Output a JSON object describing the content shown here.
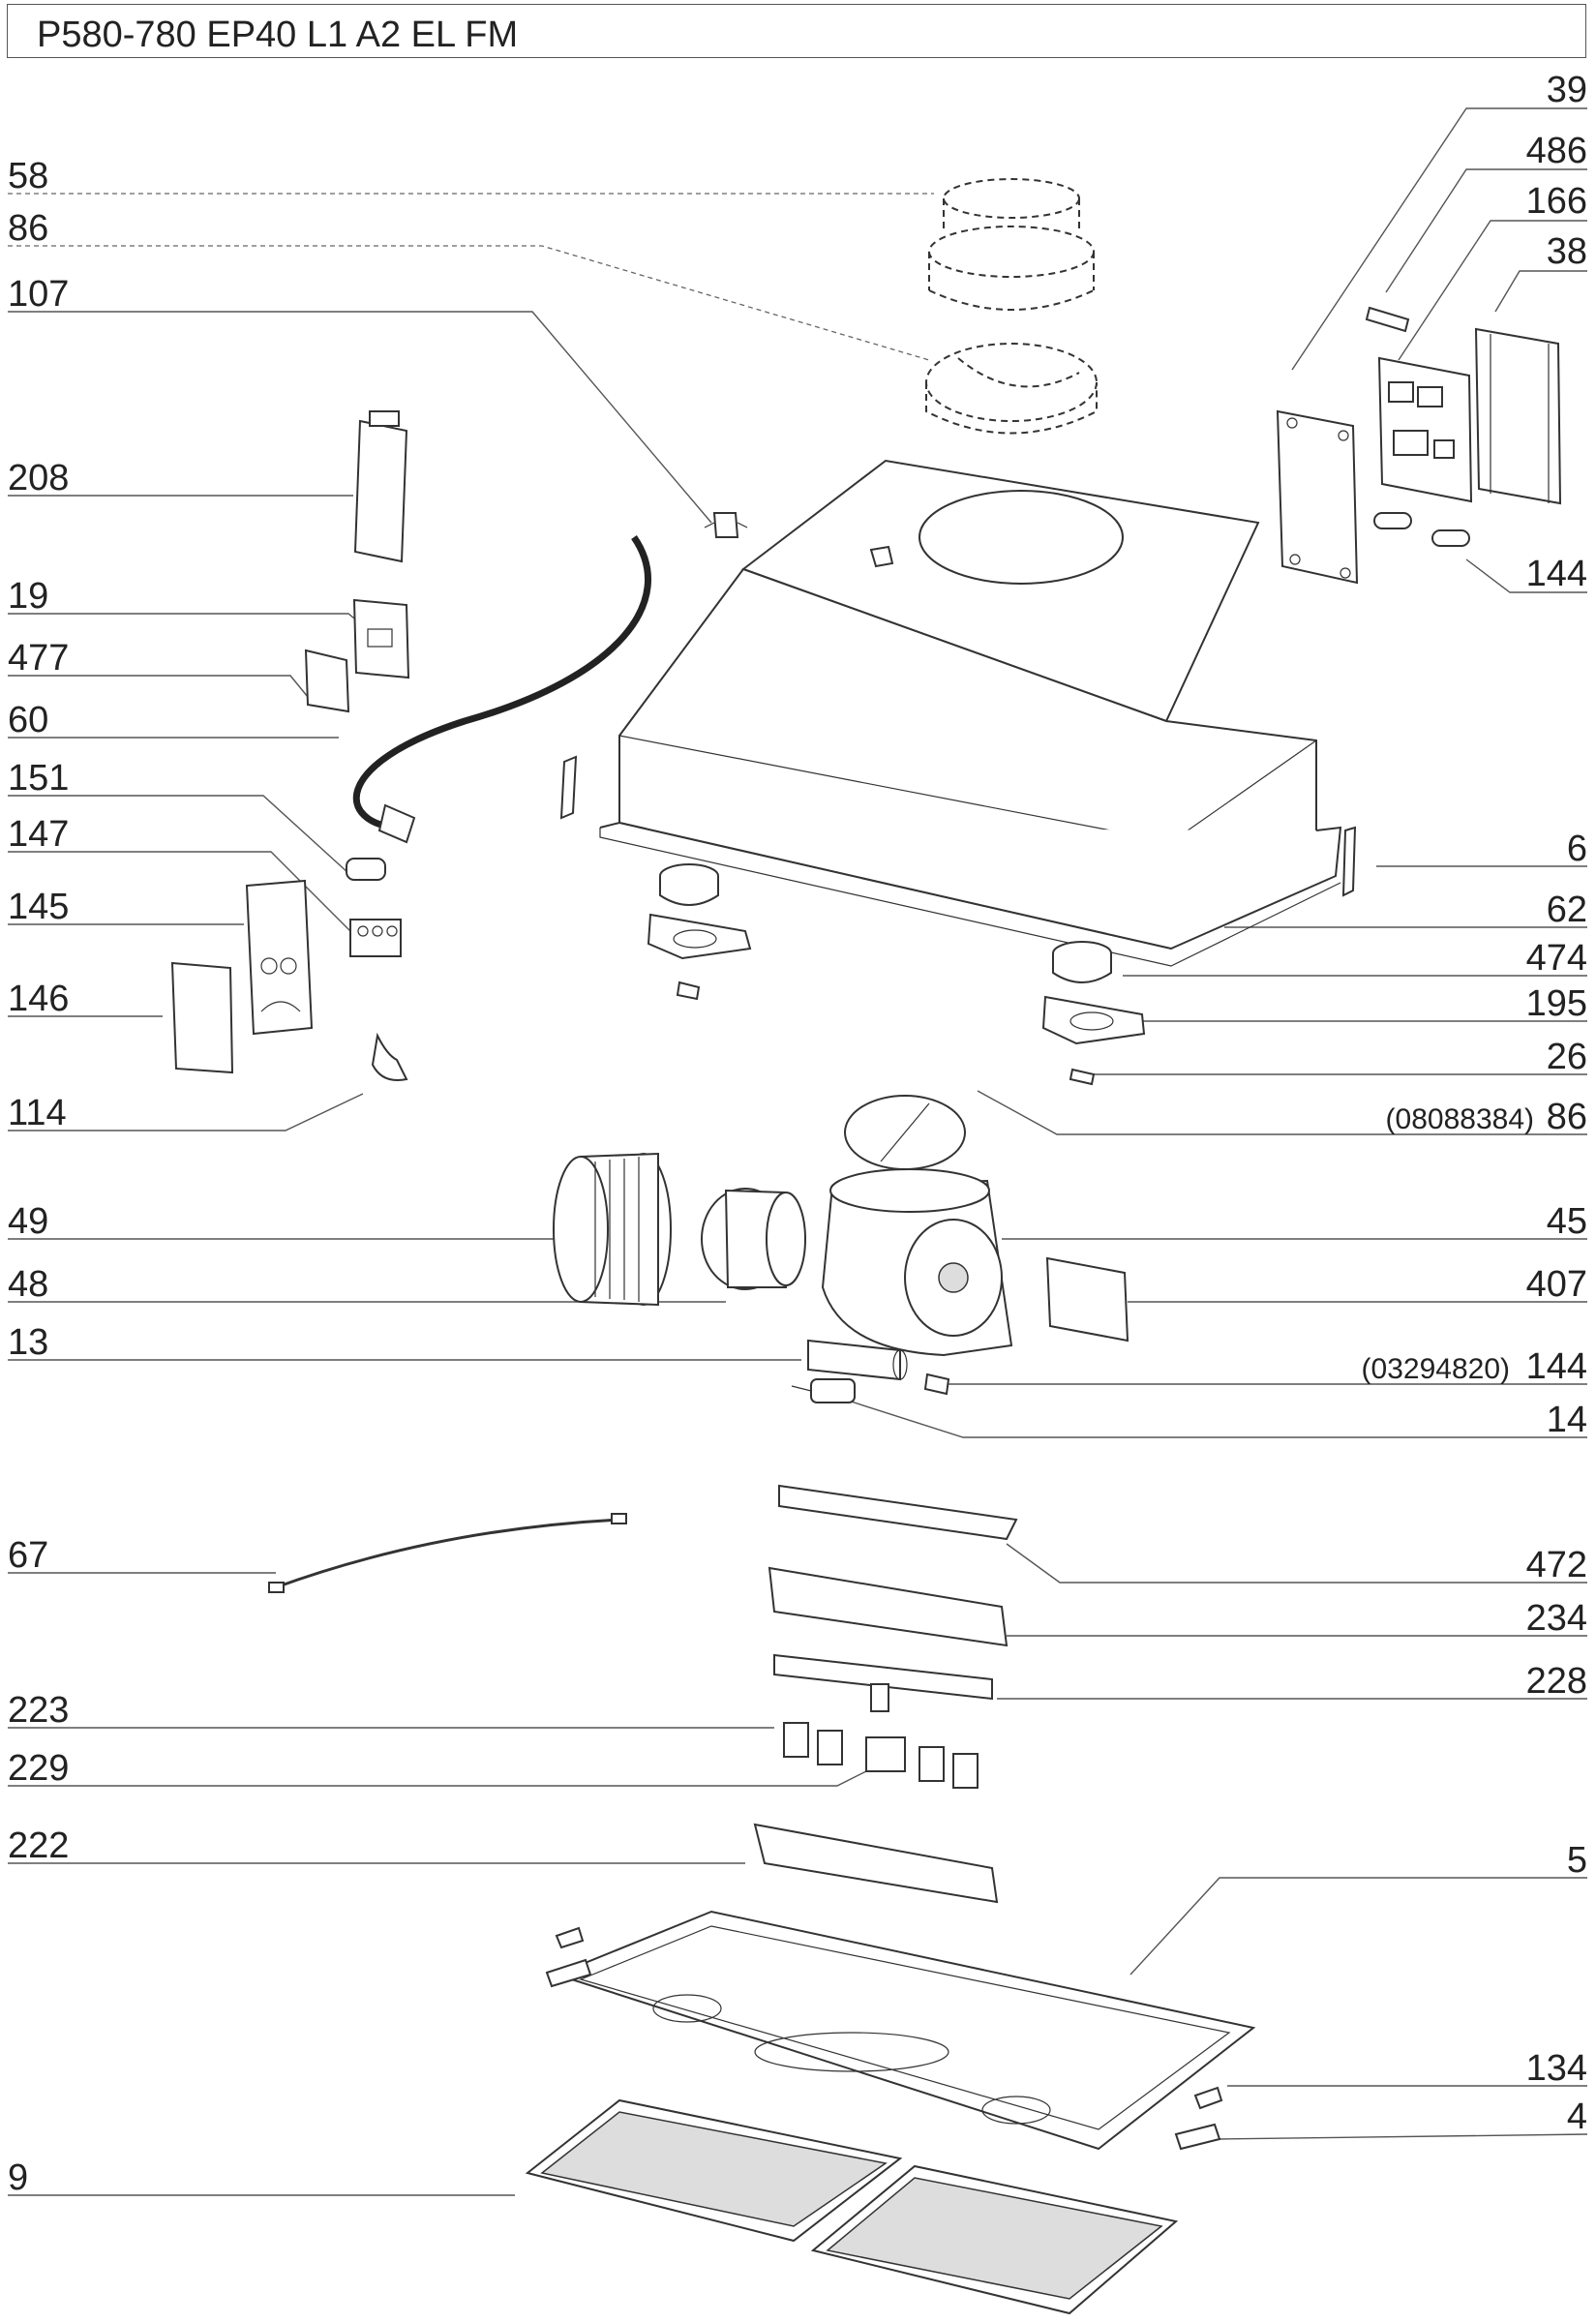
{
  "header": {
    "title": "P580-780 EP40  L1 A2 EL FM"
  },
  "callouts": {
    "p39": "39",
    "p486": "486",
    "p166": "166",
    "p38": "38",
    "p144": "144",
    "p58": "58",
    "p86": "86",
    "p107": "107",
    "p208": "208",
    "p19": "19",
    "p477": "477",
    "p60": "60",
    "p151": "151",
    "p147": "147",
    "p145": "145",
    "p146": "146",
    "p114": "114",
    "p6": "6",
    "p62": "62",
    "p474": "474",
    "p195": "195",
    "p26": "26",
    "p86b_code": "(08088384)",
    "p86b": "86",
    "p49": "49",
    "p45": "45",
    "p48": "48",
    "p407": "407",
    "p13": "13",
    "p144b_code": "(03294820)",
    "p144b": "144",
    "p14": "14",
    "p67": "67",
    "p472": "472",
    "p234": "234",
    "p228": "228",
    "p223": "223",
    "p229": "229",
    "p222": "222",
    "p5": "5",
    "p134": "134",
    "p4": "4",
    "p9": "9"
  },
  "style": {
    "ink": "#222222",
    "line": "#555555",
    "fill": "#dddddd"
  }
}
